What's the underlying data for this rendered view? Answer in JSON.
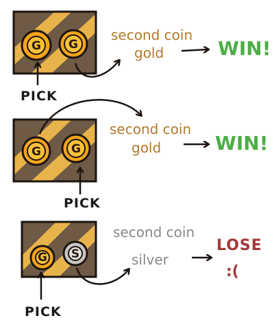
{
  "colors": {
    "box": "#6e5a45",
    "box_stripe": "#e8b34a",
    "gold_coin": "#f4a51c",
    "gold_coin_inner": "#f9c13a",
    "silver_coin": "#c9c6c2",
    "silver_coin_inner": "#e4e2de",
    "outline": "#1c1410",
    "text_gold": "#b07a2c",
    "text_silver": "#8a8785",
    "text_win": "#4caf45",
    "text_lose": "#a23a3a"
  },
  "scenarios": [
    {
      "coins": [
        {
          "letter": "G",
          "kind": "gold"
        },
        {
          "letter": "G",
          "kind": "gold"
        }
      ],
      "pick_label": "PICK",
      "second_label": "second coin",
      "metal_label": "gold",
      "result_label": "WIN!",
      "result_kind": "win"
    },
    {
      "coins": [
        {
          "letter": "G",
          "kind": "gold"
        },
        {
          "letter": "G",
          "kind": "gold"
        }
      ],
      "pick_label": "PICK",
      "second_label": "second coin",
      "metal_label": "gold",
      "result_label": "WIN!",
      "result_kind": "win"
    },
    {
      "coins": [
        {
          "letter": "G",
          "kind": "gold"
        },
        {
          "letter": "S",
          "kind": "silver"
        }
      ],
      "pick_label": "PICK",
      "second_label": "second coin",
      "metal_label": "silver",
      "result_label": "LOSE",
      "result_sub": ":(",
      "result_kind": "lose"
    }
  ]
}
